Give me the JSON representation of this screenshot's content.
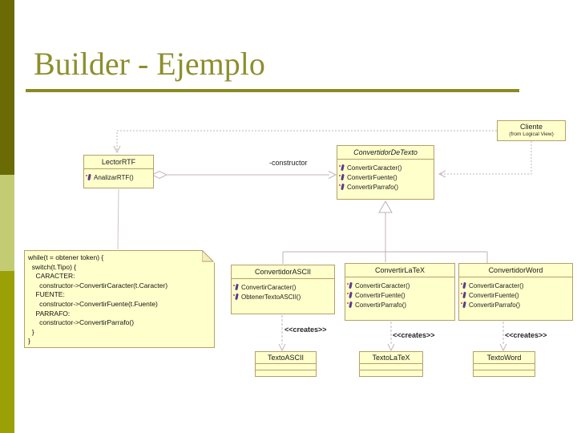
{
  "slide": {
    "title": "Builder - Ejemplo"
  },
  "diagram": {
    "classes": {
      "cliente": {
        "title": "Cliente",
        "stereotype": "(from Logical View)"
      },
      "lector_rtf": {
        "title": "LectorRTF",
        "methods": [
          "AnalizarRTF()"
        ]
      },
      "convertidor_de_texto": {
        "title": "ConvertidorDeTexto",
        "methods": [
          "ConvertirCaracter()",
          "ConvertirFuente()",
          "ConvertirParrafo()"
        ]
      },
      "convertidor_ascii": {
        "title": "ConvertidorASCII",
        "methods": [
          "ConvertirCaracter()",
          "ObtenerTextoASCII()"
        ]
      },
      "convertir_latex": {
        "title": "ConvertirLaTeX",
        "methods": [
          "ConvertirCaracter()",
          "ConvertirFuente()",
          "ConvertirParrafo()"
        ]
      },
      "convertidor_word": {
        "title": "ConvertidorWord",
        "methods": [
          "ConvertirCaracter()",
          "ConvertirFuente()",
          "ConvertirParrafo()"
        ]
      },
      "texto_ascii": {
        "title": "TextoASCII"
      },
      "texto_latex": {
        "title": "TextoLaTeX"
      },
      "texto_word": {
        "title": "TextoWord"
      }
    },
    "labels": {
      "constructor": "-constructor",
      "creates": "<<creates>>"
    },
    "note": {
      "lines": [
        "while(t = obtener token) {",
        "  switch(t.Tipo) {",
        "    CARACTER:",
        "      constructor->ConvertirCaracter(t.Caracter)",
        "    FUENTE:",
        "      constructor->ConvertirFuente(t.Fuente)",
        "    PARRAFO:",
        "      constructor->ConvertirParrafo()",
        "  }",
        "}"
      ]
    },
    "colors": {
      "title_text": "#8e8e2e",
      "title_rule": "#8a8a21",
      "sidebar_top": "#6b6b05",
      "sidebar_middle": "#c3cc73",
      "sidebar_bottom": "#9aa005",
      "class_fill": "#ffffcc",
      "class_border": "#b3a06a",
      "connector": "#c3b4ba"
    }
  }
}
